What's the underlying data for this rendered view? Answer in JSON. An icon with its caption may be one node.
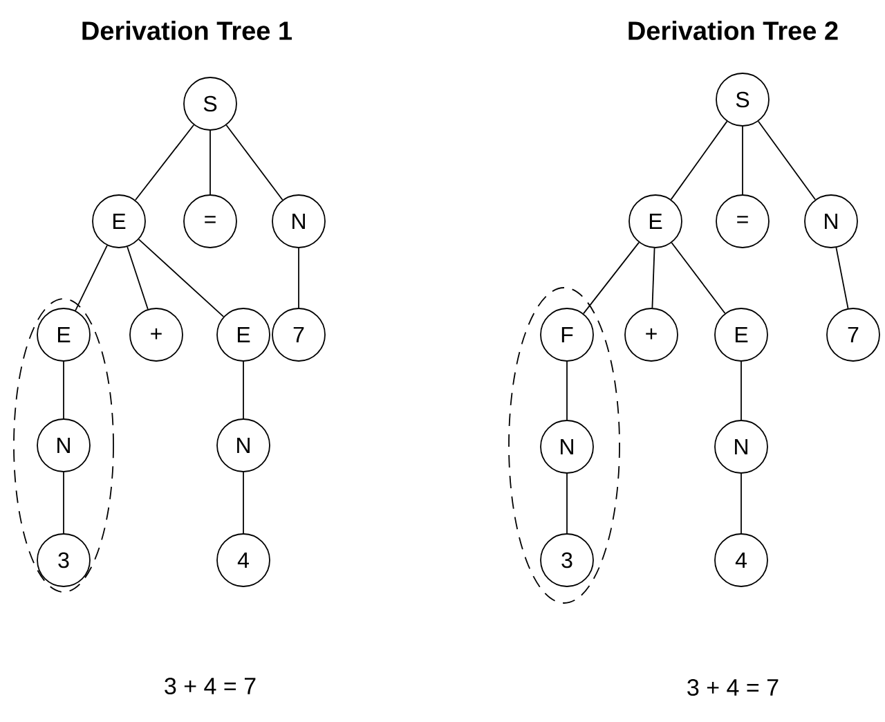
{
  "diagram": {
    "nodes": [
      {
        "text": [
          "S"
        ]
      },
      {
        "text": [
          "E"
        ]
      },
      {
        "text": [
          "="
        ]
      },
      {
        "text": [
          "N"
        ]
      },
      {
        "text": [
          "E"
        ]
      },
      {
        "text": [
          "+"
        ]
      },
      {
        "text": [
          "E"
        ]
      },
      {
        "text": [
          "7"
        ]
      },
      {
        "text": [
          "N"
        ]
      },
      {
        "text": [
          "N"
        ]
      },
      {
        "text": [
          "3"
        ]
      },
      {
        "text": [
          "4"
        ]
      },
      {
        "text": [
          "S"
        ]
      },
      {
        "text": [
          "E"
        ]
      },
      {
        "text": [
          "="
        ]
      },
      {
        "text": [
          "N"
        ]
      },
      {
        "text": [
          "F"
        ]
      },
      {
        "text": [
          "+"
        ]
      },
      {
        "text": [
          "E"
        ]
      },
      {
        "text": [
          "7"
        ]
      },
      {
        "text": [
          "N"
        ]
      },
      {
        "text": [
          "N"
        ]
      },
      {
        "text": [
          "3"
        ]
      },
      {
        "text": [
          "4"
        ]
      }
    ],
    "edges": [
      {
        "from": 0,
        "to": 1,
        "arrow": "none"
      },
      {
        "from": 0,
        "to": 2,
        "arrow": "none"
      },
      {
        "from": 0,
        "to": 3,
        "arrow": "none"
      },
      {
        "from": 1,
        "to": 4,
        "arrow": "none"
      },
      {
        "from": 1,
        "to": 5,
        "arrow": "none"
      },
      {
        "from": 1,
        "to": 6,
        "arrow": "none"
      },
      {
        "from": 3,
        "to": 7,
        "arrow": "none"
      },
      {
        "from": 4,
        "to": 8,
        "arrow": "none"
      },
      {
        "from": 6,
        "to": 9,
        "arrow": "none"
      },
      {
        "from": 8,
        "to": 10,
        "arrow": "none"
      },
      {
        "from": 9,
        "to": 11,
        "arrow": "none"
      },
      {
        "from": 12,
        "to": 13,
        "arrow": "none"
      },
      {
        "from": 12,
        "to": 14,
        "arrow": "none"
      },
      {
        "from": 12,
        "to": 15,
        "arrow": "none"
      },
      {
        "from": 13,
        "to": 16,
        "arrow": "none"
      },
      {
        "from": 13,
        "to": 17,
        "arrow": "none"
      },
      {
        "from": 13,
        "to": 18,
        "arrow": "none"
      },
      {
        "from": 15,
        "to": 19,
        "arrow": "none"
      },
      {
        "from": 16,
        "to": 20,
        "arrow": "none"
      },
      {
        "from": 18,
        "to": 21,
        "arrow": "none"
      },
      {
        "from": 20,
        "to": 22,
        "arrow": "none"
      },
      {
        "from": 21,
        "to": 23,
        "arrow": "none"
      }
    ],
    "labels": [
      "Derivation Tree  1",
      "Derivation Tree  2",
      "3 + 4 = 7",
      "3 + 4 = 7"
    ]
  }
}
